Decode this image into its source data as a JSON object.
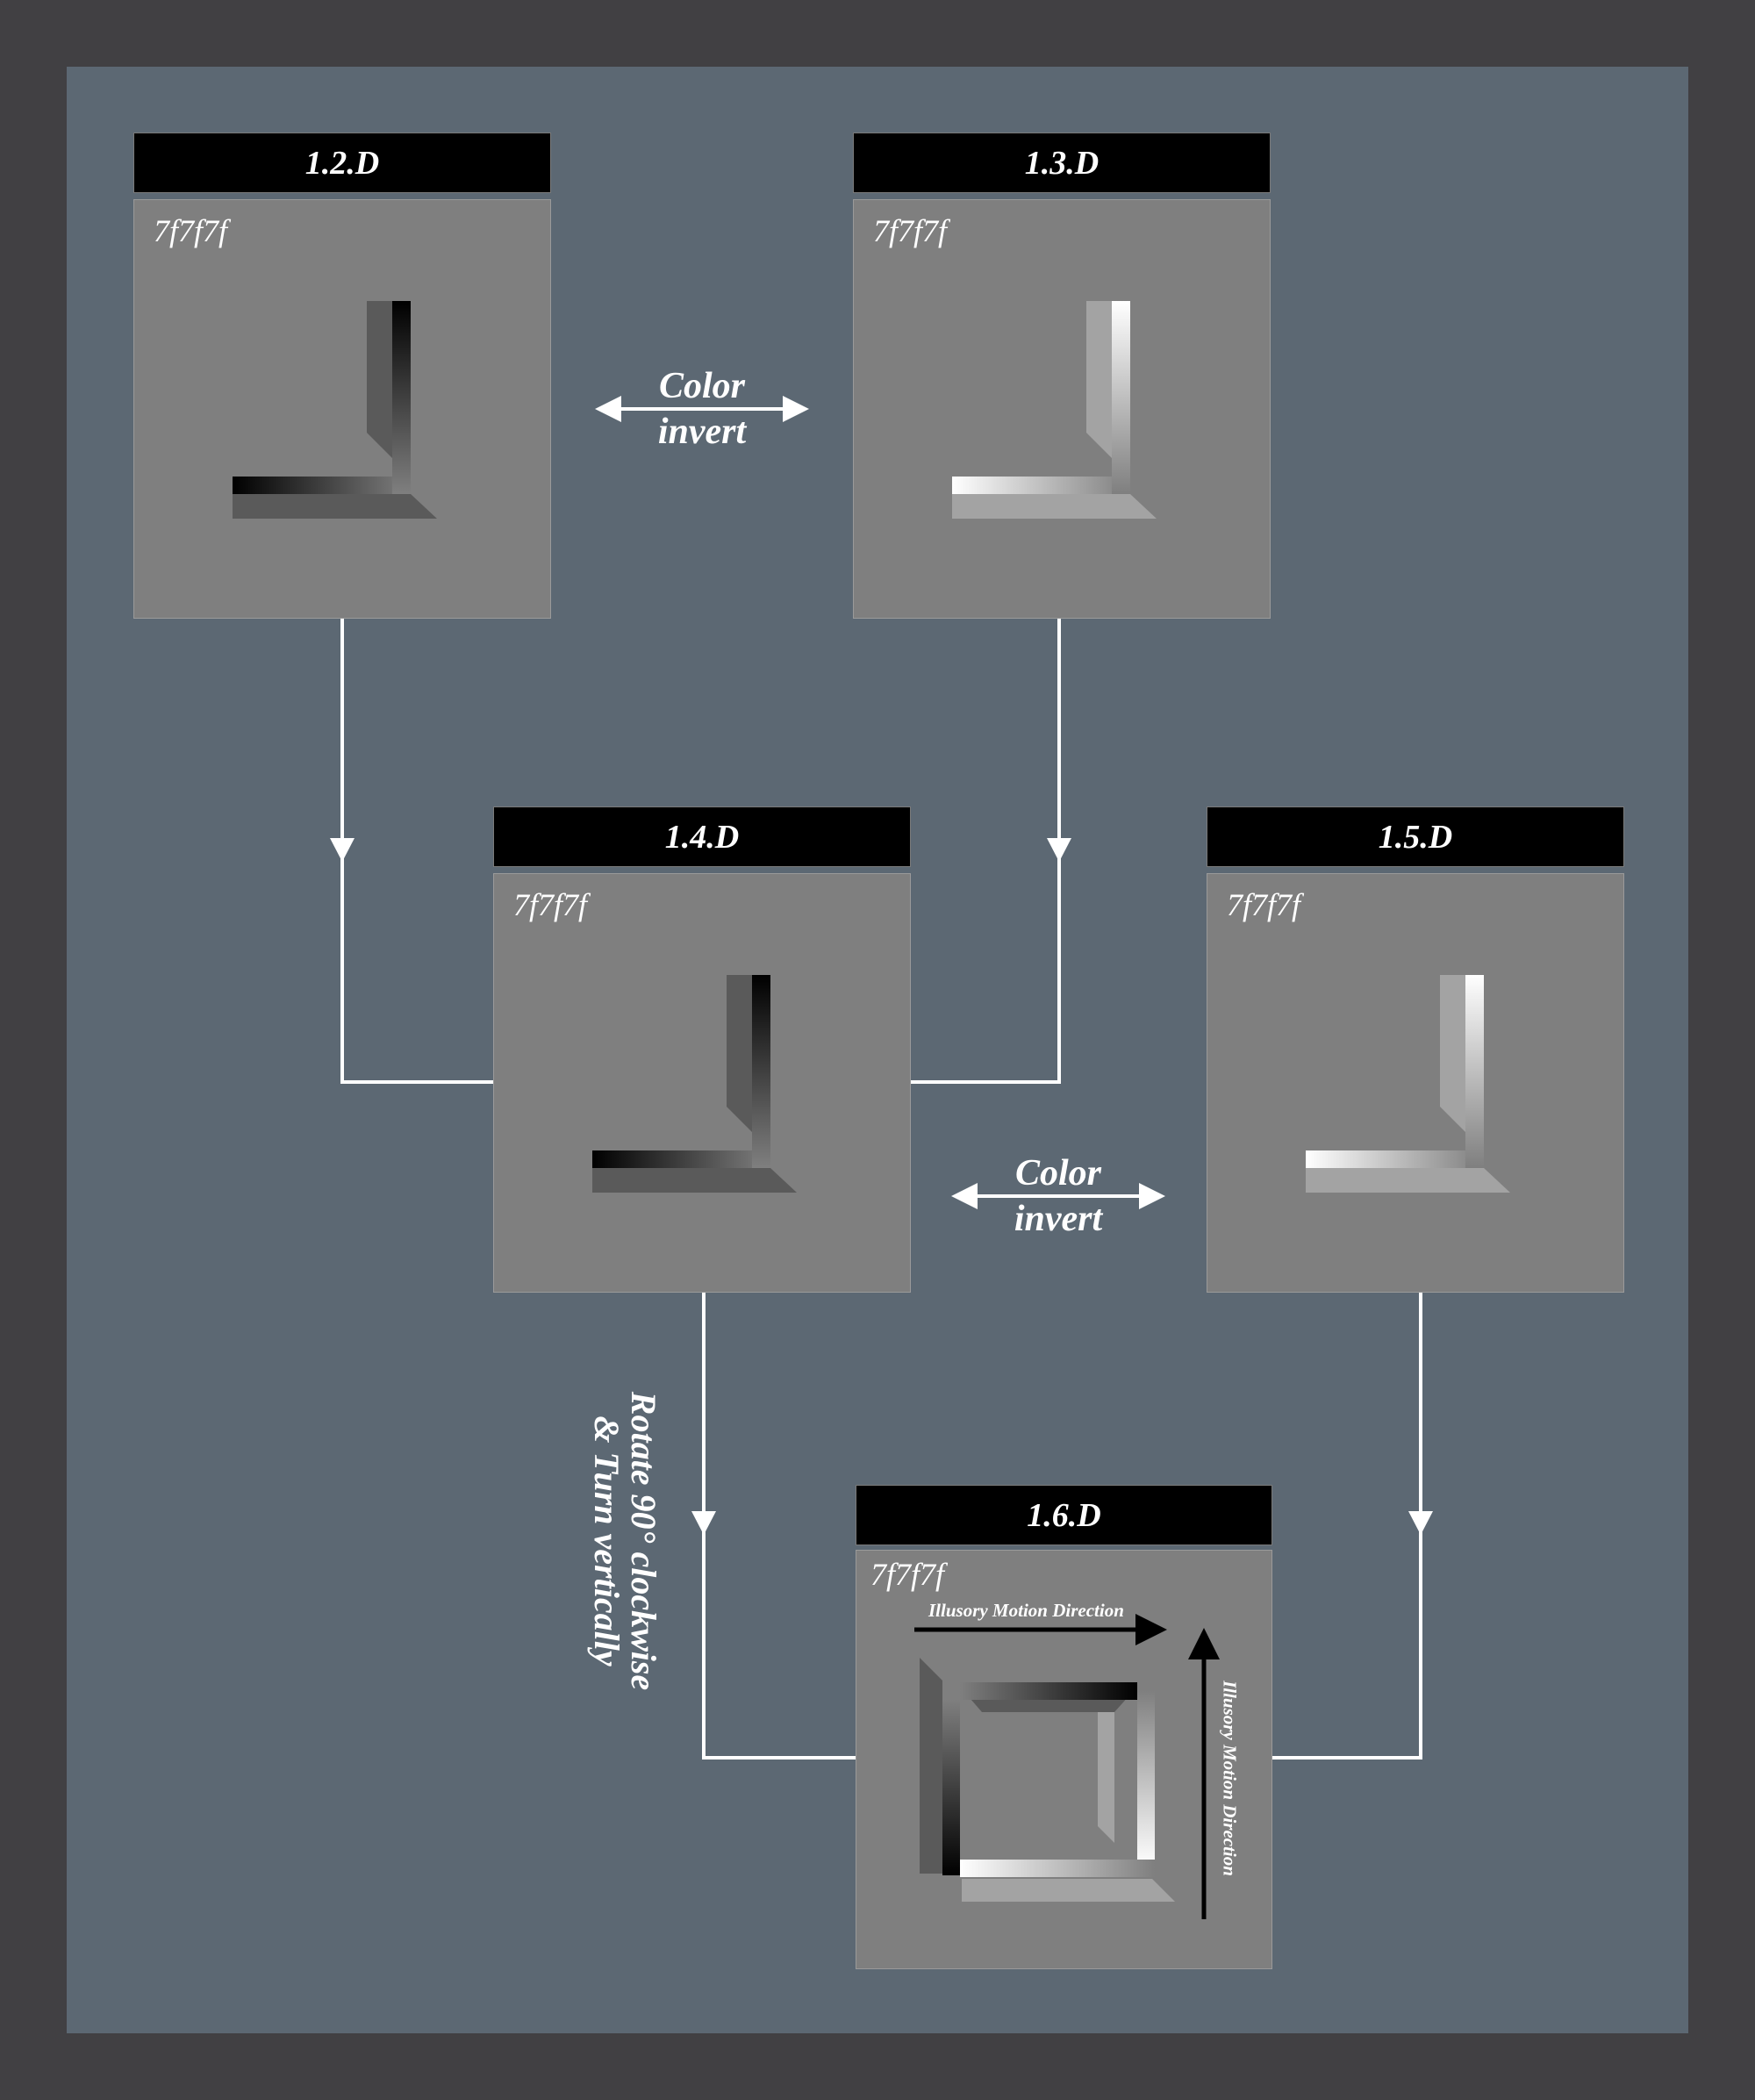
{
  "boxes": {
    "b12": {
      "title": "1.2.D",
      "hex": "7f7f7f"
    },
    "b13": {
      "title": "1.3.D",
      "hex": "7f7f7f"
    },
    "b14": {
      "title": "1.4.D",
      "hex": "7f7f7f"
    },
    "b15": {
      "title": "1.5.D",
      "hex": "7f7f7f"
    },
    "b16": {
      "title": "1.6.D",
      "hex": "7f7f7f"
    }
  },
  "annotations": {
    "invert_top": {
      "line1": "Color",
      "line2": "invert"
    },
    "invert_mid": {
      "line1": "Color",
      "line2": "invert"
    },
    "rotate_line1": "Rotate 90° clockwise",
    "rotate_line2": "& Turn vertically",
    "motion_horizontal": "Illusory Motion Direction",
    "motion_vertical": "Illusory Motion Direction"
  },
  "colors": {
    "frame": "#414043",
    "panel": "#5c6873",
    "box_fill": "#7f7f7f",
    "title_bar": "#000000",
    "connector": "#ffffff"
  }
}
